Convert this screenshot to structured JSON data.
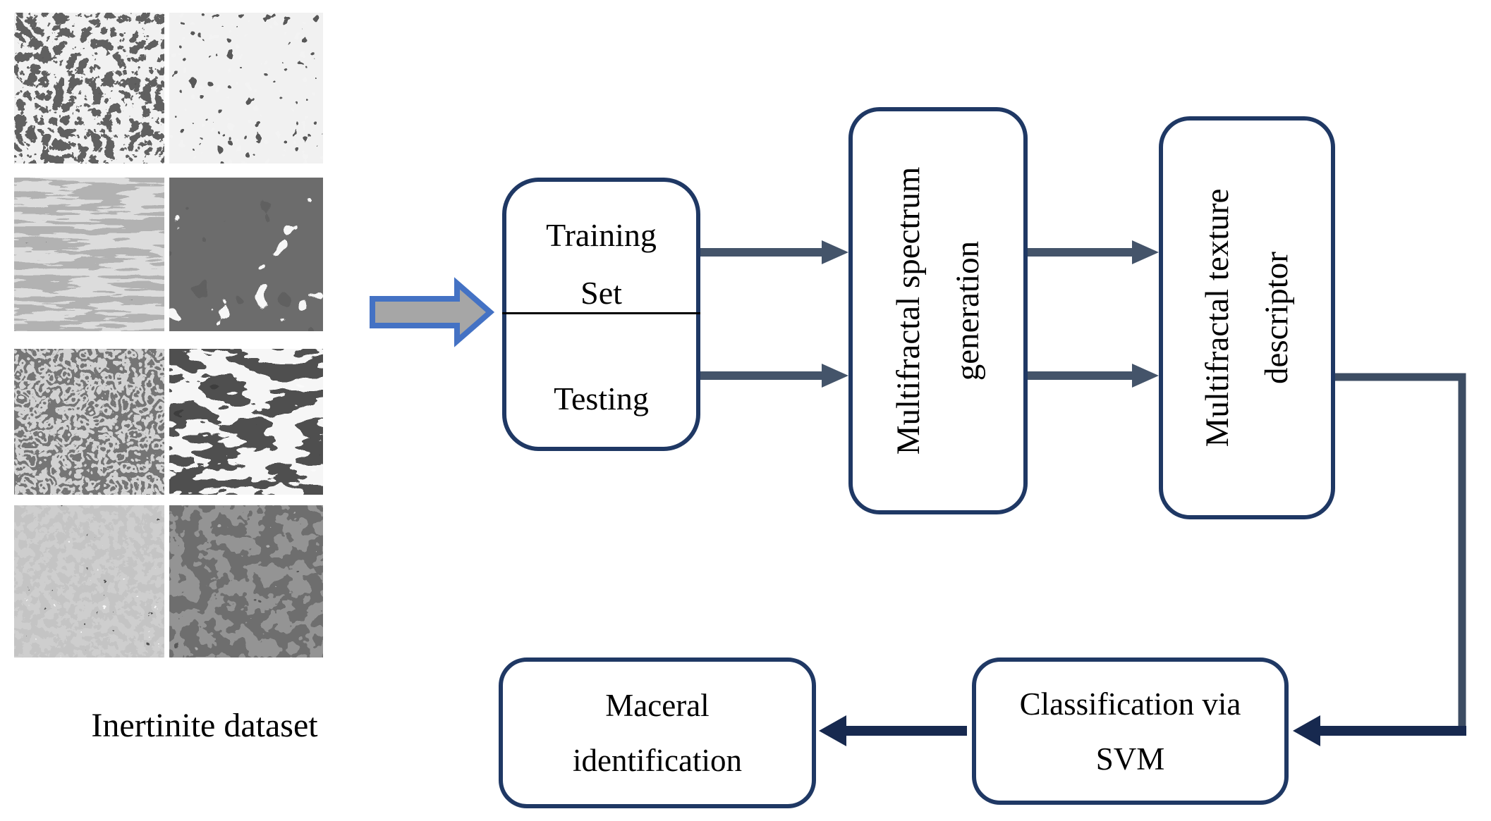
{
  "dataset": {
    "label": "Inertinite dataset",
    "tiles": [
      {
        "name": "texture-tile-1",
        "desc": "dense dark vermicular worm-like shapes on light background"
      },
      {
        "name": "texture-tile-2",
        "desc": "scattered dark rounded blobs and dots on light background"
      },
      {
        "name": "texture-tile-3",
        "desc": "horizontal dark laminae streaks on gray background"
      },
      {
        "name": "texture-tile-4",
        "desc": "large light rounded clasts on dark background"
      },
      {
        "name": "texture-tile-5",
        "desc": "ring-like cellular structures on dark background"
      },
      {
        "name": "texture-tile-6",
        "desc": "high-contrast white patches with dark veins"
      },
      {
        "name": "texture-tile-7",
        "desc": "mid-gray granular speckle with white patches and black dots"
      },
      {
        "name": "texture-tile-8",
        "desc": "dark gray matrix with darker elongated blobs"
      }
    ]
  },
  "flow": {
    "split_box": {
      "top_line1": "Training",
      "top_line2": "Set",
      "bottom": "Testing"
    },
    "spectrum_box": {
      "line1": "Multifractal spectrum",
      "line2": "generation"
    },
    "descriptor_box": {
      "line1": "Multifractal texture",
      "line2": "descriptor"
    },
    "svm_box": {
      "line1": "Classification via",
      "line2": "SVM"
    },
    "maceral_box": {
      "line1": "Maceral",
      "line2": "identification"
    }
  },
  "colors": {
    "box_border": "#1f3864",
    "arrow_slate": "#44546a",
    "connector": "#3d4d63",
    "arrow_navy": "#17294f",
    "block_arrow_fill": "#a6a6a6",
    "block_arrow_border": "#4472c4",
    "divider": "#000000",
    "text": "#000000"
  }
}
